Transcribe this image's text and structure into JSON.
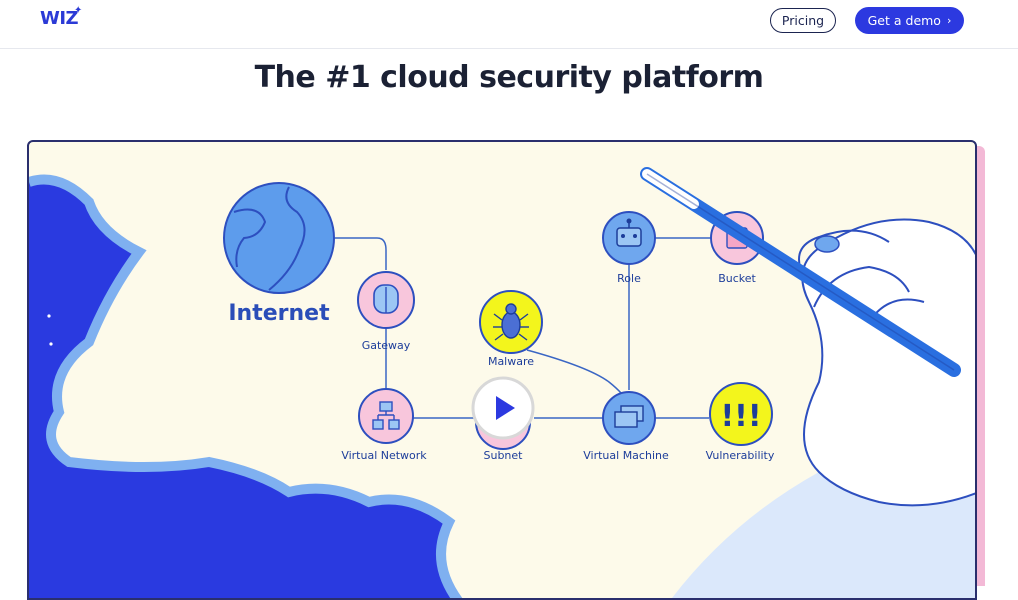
{
  "header": {
    "logo_text": "WIZ",
    "logo_star": "✦",
    "pricing_label": "Pricing",
    "demo_label": "Get a demo",
    "demo_chevron": "›"
  },
  "hero": {
    "title": "The #1 cloud security platform"
  },
  "video": {
    "nodes": {
      "internet": "Internet",
      "gateway": "Gateway",
      "malware": "Malware",
      "role": "Role",
      "bucket": "Bucket",
      "virtual_network": "Virtual Network",
      "subnet": "Subnet",
      "virtual_machine": "Virtual Machine",
      "vulnerability": "Vulnerability",
      "vulnerability_glyph": "!!!"
    },
    "play_icon": "play-icon"
  },
  "colors": {
    "brand_blue": "#2c39e0",
    "dark_navy": "#1b2134",
    "cloud_bg": "#fdfaea",
    "sky_blue": "#2a3ae0",
    "node_pink": "#f8c6dc",
    "node_yellow": "#f3f51c",
    "node_blue": "#6fa7ee"
  }
}
